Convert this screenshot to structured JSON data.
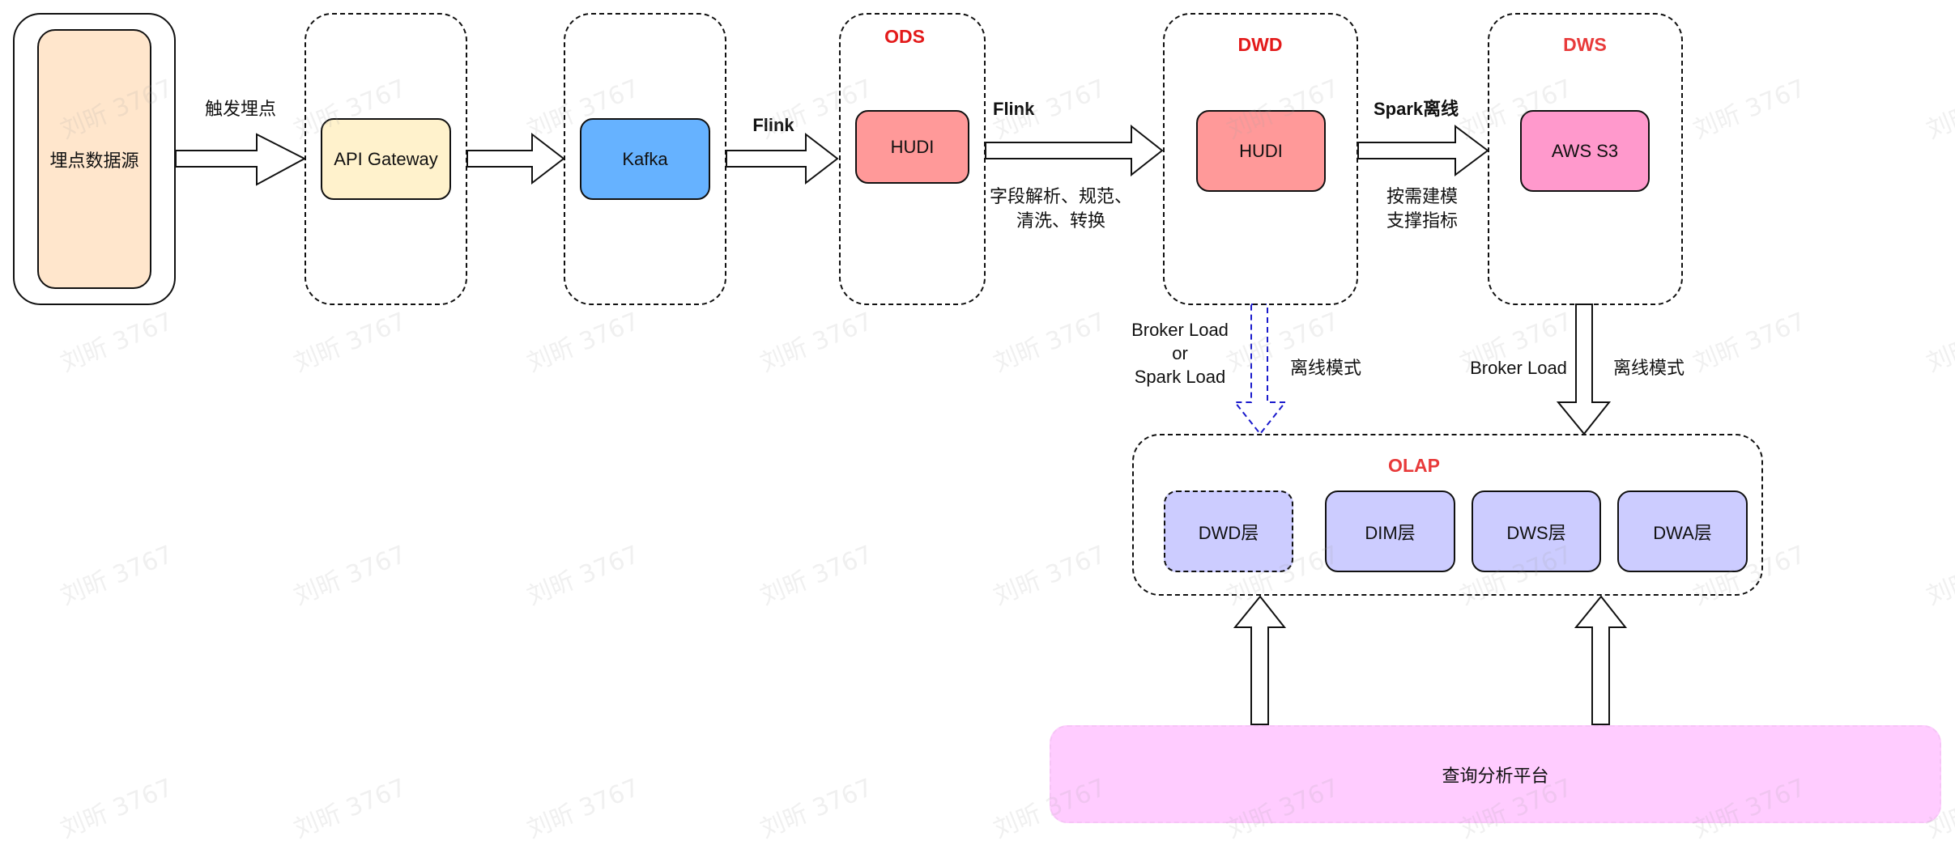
{
  "colors": {
    "source_fill": "#FFE6CC",
    "gateway_fill": "#FFF2CC",
    "kafka_fill": "#66B2FF",
    "hudi_fill": "#FF9999",
    "s3_fill": "#FF99CC",
    "olap_layer_fill": "#CCCCFF",
    "platform_fill": "#FFCCFF",
    "stage_title_red": "#E31A1A",
    "olap_title_red": "#E83A3A",
    "dashed_arrow_blue": "#1A1ACC"
  },
  "source": {
    "label": "埋点数据源"
  },
  "edges": {
    "source_to_gateway": "触发埋点",
    "kafka_to_ods": "Flink",
    "ods_to_dwd": {
      "title": "Flink",
      "caption_line1": "字段解析、规范、",
      "caption_line2": "清洗、转换"
    },
    "dwd_to_dws": {
      "title": "Spark离线",
      "caption_line1": "按需建模",
      "caption_line2": "支撑指标"
    },
    "dwd_to_olap": {
      "line1": "Broker Load",
      "line2": "or",
      "line3": "Spark Load",
      "mode": "离线模式"
    },
    "dws_to_olap": {
      "label": "Broker Load",
      "mode": "离线模式"
    }
  },
  "stages": {
    "gateway": {
      "node": "API Gateway"
    },
    "kafka": {
      "node": "Kafka"
    },
    "ods": {
      "title": "ODS",
      "node": "HUDI"
    },
    "dwd": {
      "title": "DWD",
      "node": "HUDI"
    },
    "dws": {
      "title": "DWS",
      "node": "AWS S3"
    }
  },
  "olap": {
    "title": "OLAP",
    "layers": [
      "DWD层",
      "DIM层",
      "DWS层",
      "DWA层"
    ]
  },
  "platform": {
    "label": "查询分析平台"
  },
  "watermark": {
    "text": "刘昕 3767"
  }
}
